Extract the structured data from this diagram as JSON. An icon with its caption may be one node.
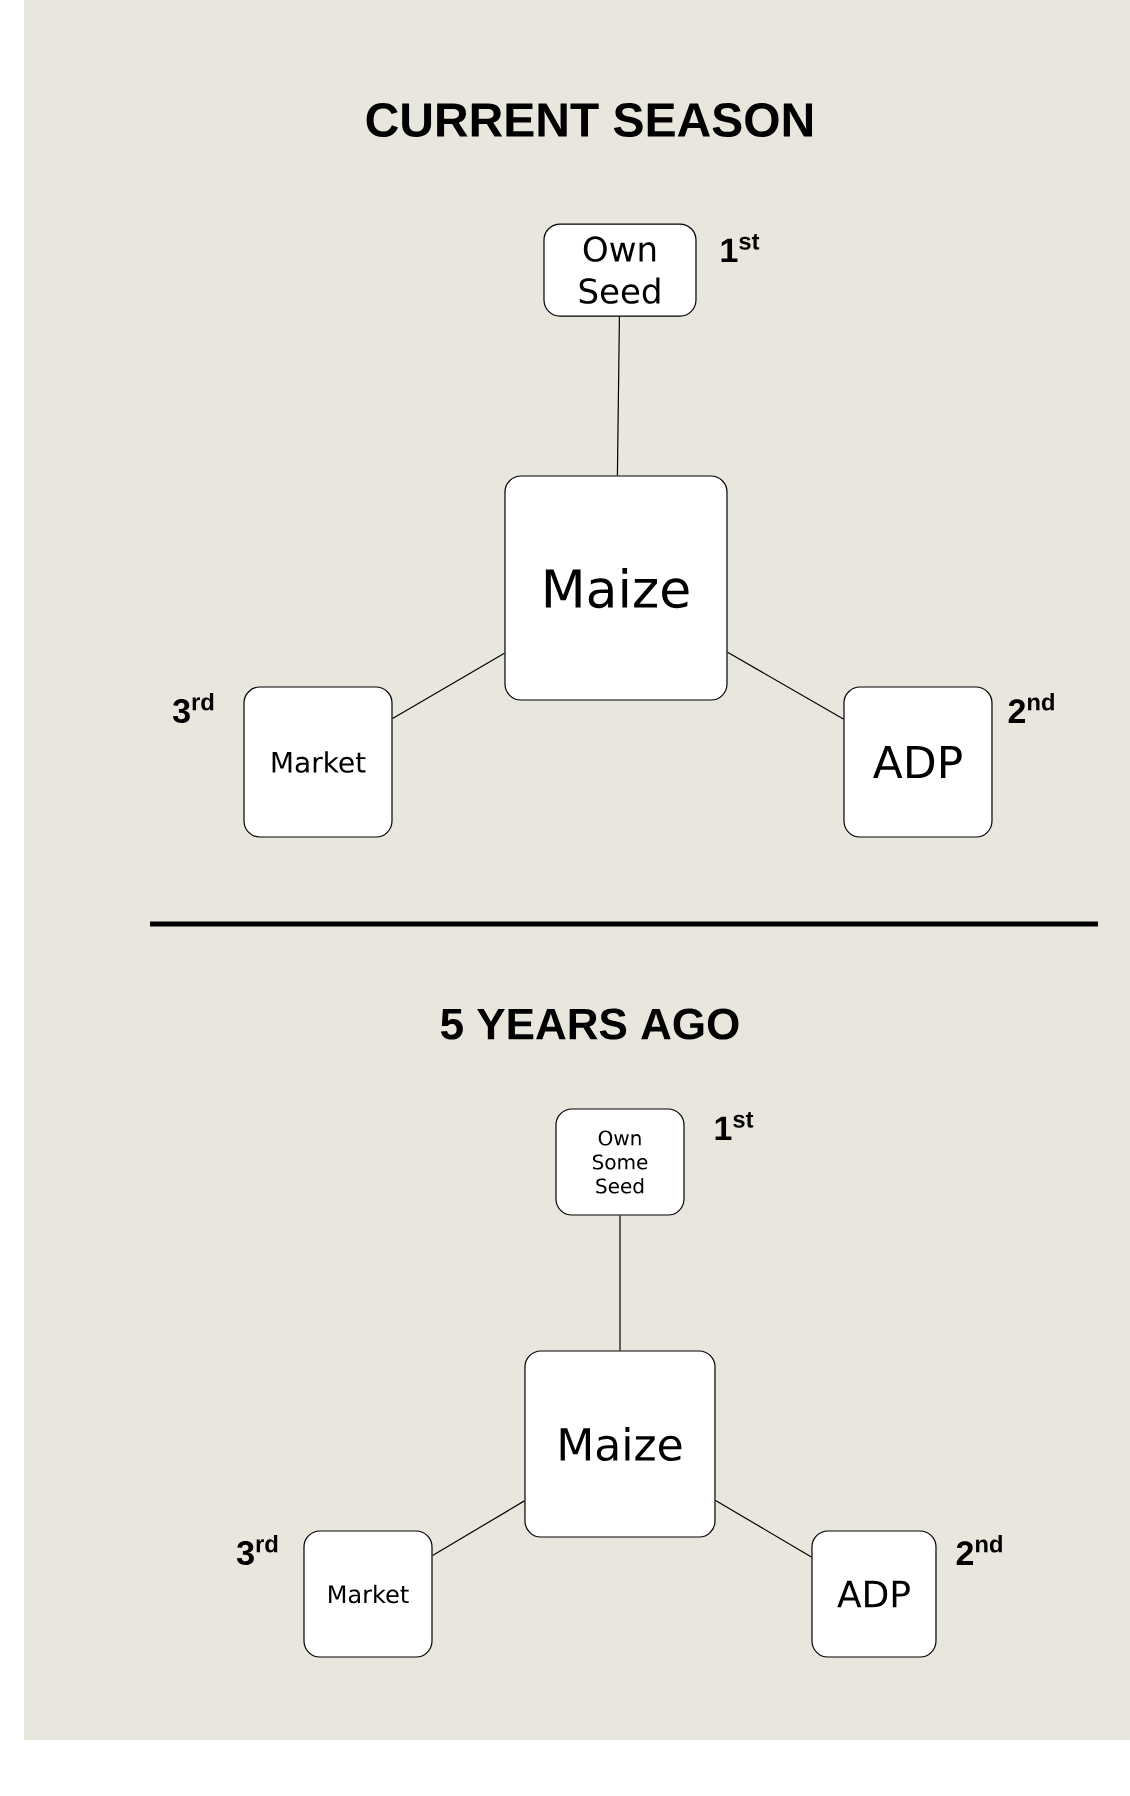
{
  "diagram": {
    "title": "CURRENT SEASON",
    "nodes": [
      {
        "text": [
          "Own Seed"
        ],
        "beside": [
          "1$^{st}$"
        ]
      },
      {
        "text": [
          "Maize"
        ]
      },
      {
        "text": [
          "Market"
        ],
        "beside": [
          "3$^{rd}$"
        ]
      },
      {
        "text": [
          "ADP"
        ],
        "beside": [
          "2$^{nd}$"
        ]
      },
      {
        "text": [
          "Own Some Seed"
        ],
        "beside": [
          "1$^{st}$"
        ]
      },
      {
        "text": [
          "Maize"
        ]
      },
      {
        "text": [
          "Market"
        ],
        "beside": [
          "3$^{rd}$"
        ]
      },
      {
        "text": [
          "ADP"
        ],
        "beside": [
          "2$^{nd}$"
        ]
      }
    ],
    "edges": [
      {
        "from": 1,
        "to": 0,
        "arrow": "none"
      },
      {
        "from": 1,
        "to": 2,
        "arrow": "none"
      },
      {
        "from": 1,
        "to": 3,
        "arrow": "none"
      },
      {
        "from": 5,
        "to": 4,
        "arrow": "none"
      },
      {
        "from": 5,
        "to": 6,
        "arrow": "none"
      },
      {
        "from": 5,
        "to": 7,
        "arrow": "none"
      }
    ],
    "labels": [
      "5 YEARS AGO"
    ]
  }
}
